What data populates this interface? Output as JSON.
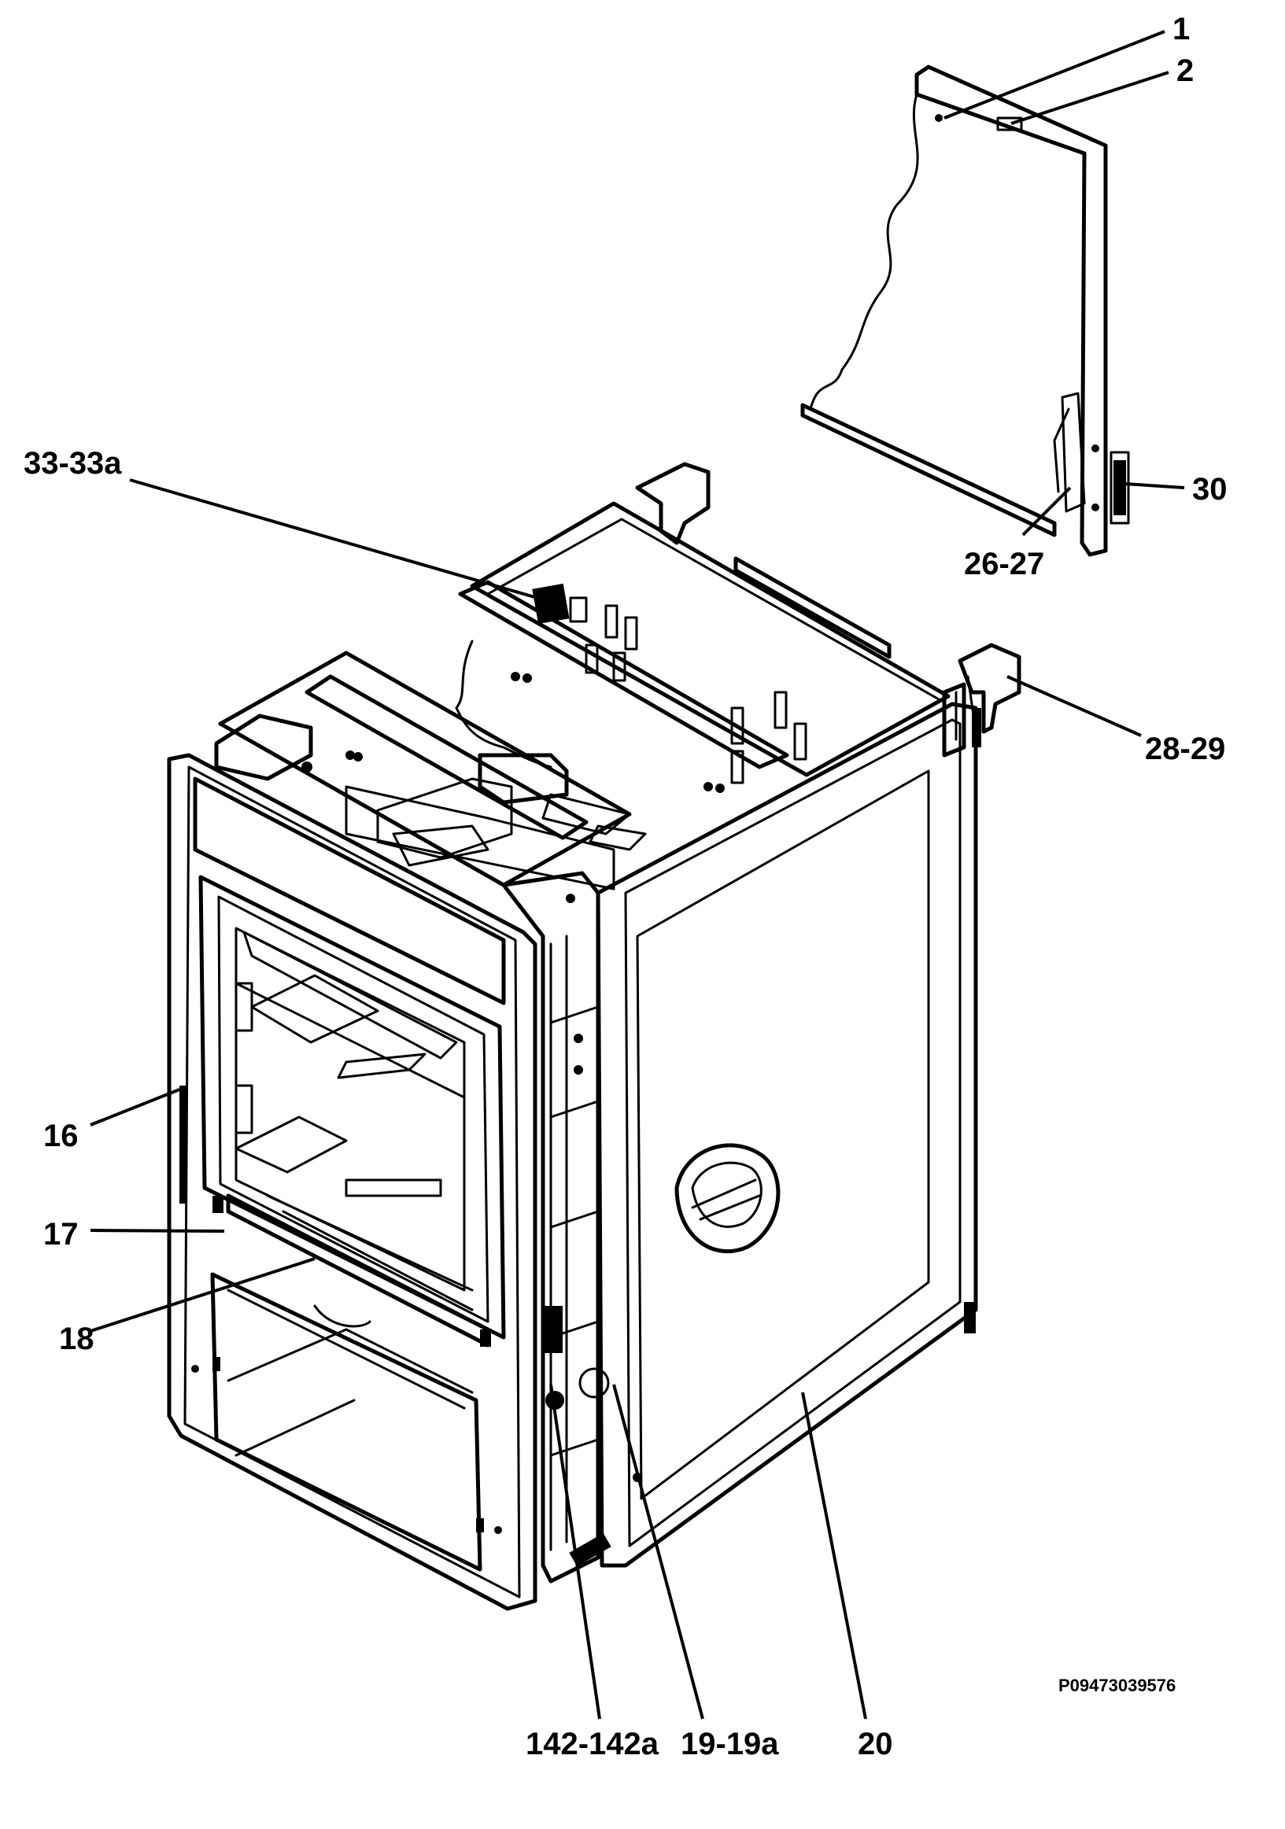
{
  "callouts": {
    "c1": "1",
    "c2": "2",
    "c30": "30",
    "c26_27": "26-27",
    "c33_33a": "33-33a",
    "c28_29": "28-29",
    "c16": "16",
    "c17": "17",
    "c18": "18",
    "c142": "142-142a",
    "c19": "19-19a",
    "c20": "20"
  },
  "reference_code": "P09473039576"
}
